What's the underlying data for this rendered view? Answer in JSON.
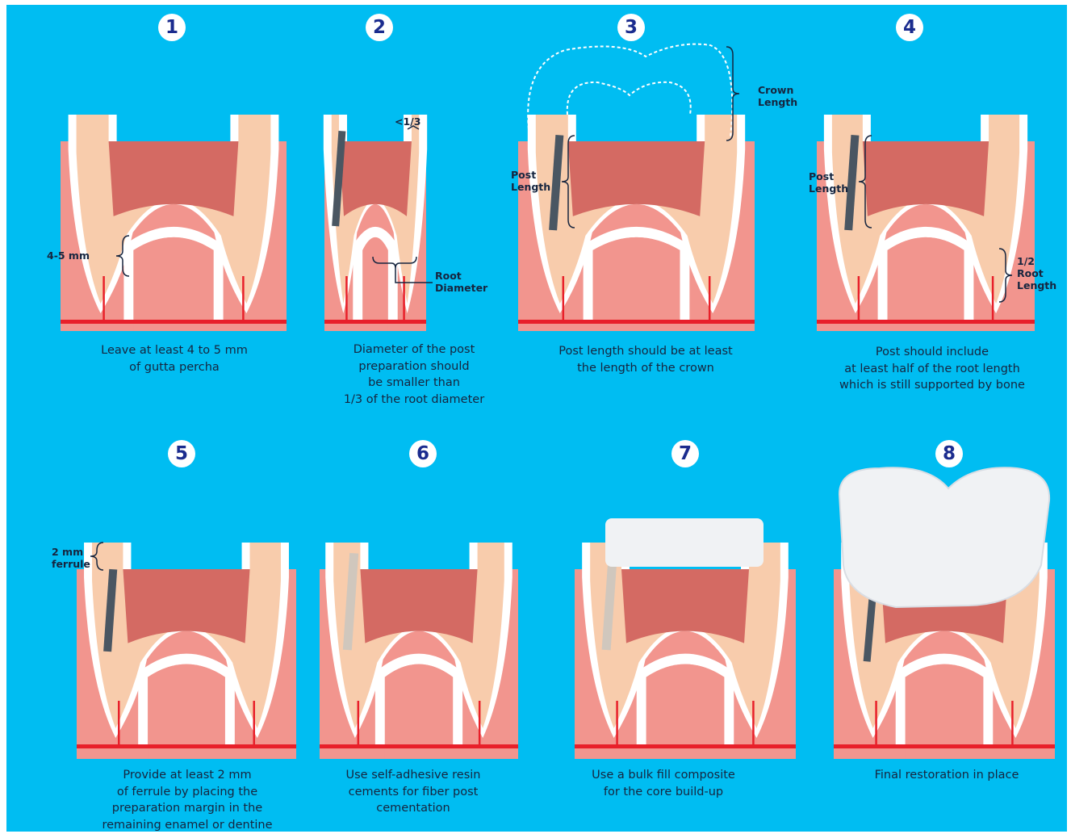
{
  "colors": {
    "background": "#00bdf2",
    "gum": "#f2958e",
    "root_dentin": "#f8ccac",
    "pulp": "#d46a63",
    "canal_white": "#ffffff",
    "bone_line": "#e8202a",
    "post": "#4a5662",
    "core": "#f0f2f4"
  },
  "steps": [
    {
      "number": "1",
      "caption": [
        "Leave at least 4 to 5 mm",
        "of gutta percha"
      ],
      "labels": [
        "4-5 mm"
      ]
    },
    {
      "number": "2",
      "caption": [
        "Diameter of the post",
        "preparation should",
        "be smaller than",
        "1/3 of the root diameter"
      ],
      "labels": [
        "<1/3",
        "Root",
        "Diameter"
      ]
    },
    {
      "number": "3",
      "caption": [
        "Post length should be at least",
        "the length of the crown"
      ],
      "labels": [
        "Crown",
        "Length",
        "Post",
        "Length"
      ]
    },
    {
      "number": "4",
      "caption": [
        "Post should include",
        "at least half of the root length",
        "which is still supported by bone"
      ],
      "labels": [
        "Post",
        "Length",
        "1/2",
        "Root",
        "Length"
      ]
    },
    {
      "number": "5",
      "caption": [
        "Provide at least 2 mm",
        "of ferrule by placing the",
        "preparation margin in the",
        "remaining enamel or dentine"
      ],
      "labels": [
        "2 mm",
        "ferrule"
      ]
    },
    {
      "number": "6",
      "caption": [
        "Use self-adhesive resin",
        "cements for fiber post",
        "cementation"
      ],
      "labels": []
    },
    {
      "number": "7",
      "caption": [
        "Use a bulk fill composite",
        "for the core build-up"
      ],
      "labels": []
    },
    {
      "number": "8",
      "caption": [
        "Final restoration in place"
      ],
      "labels": []
    }
  ]
}
